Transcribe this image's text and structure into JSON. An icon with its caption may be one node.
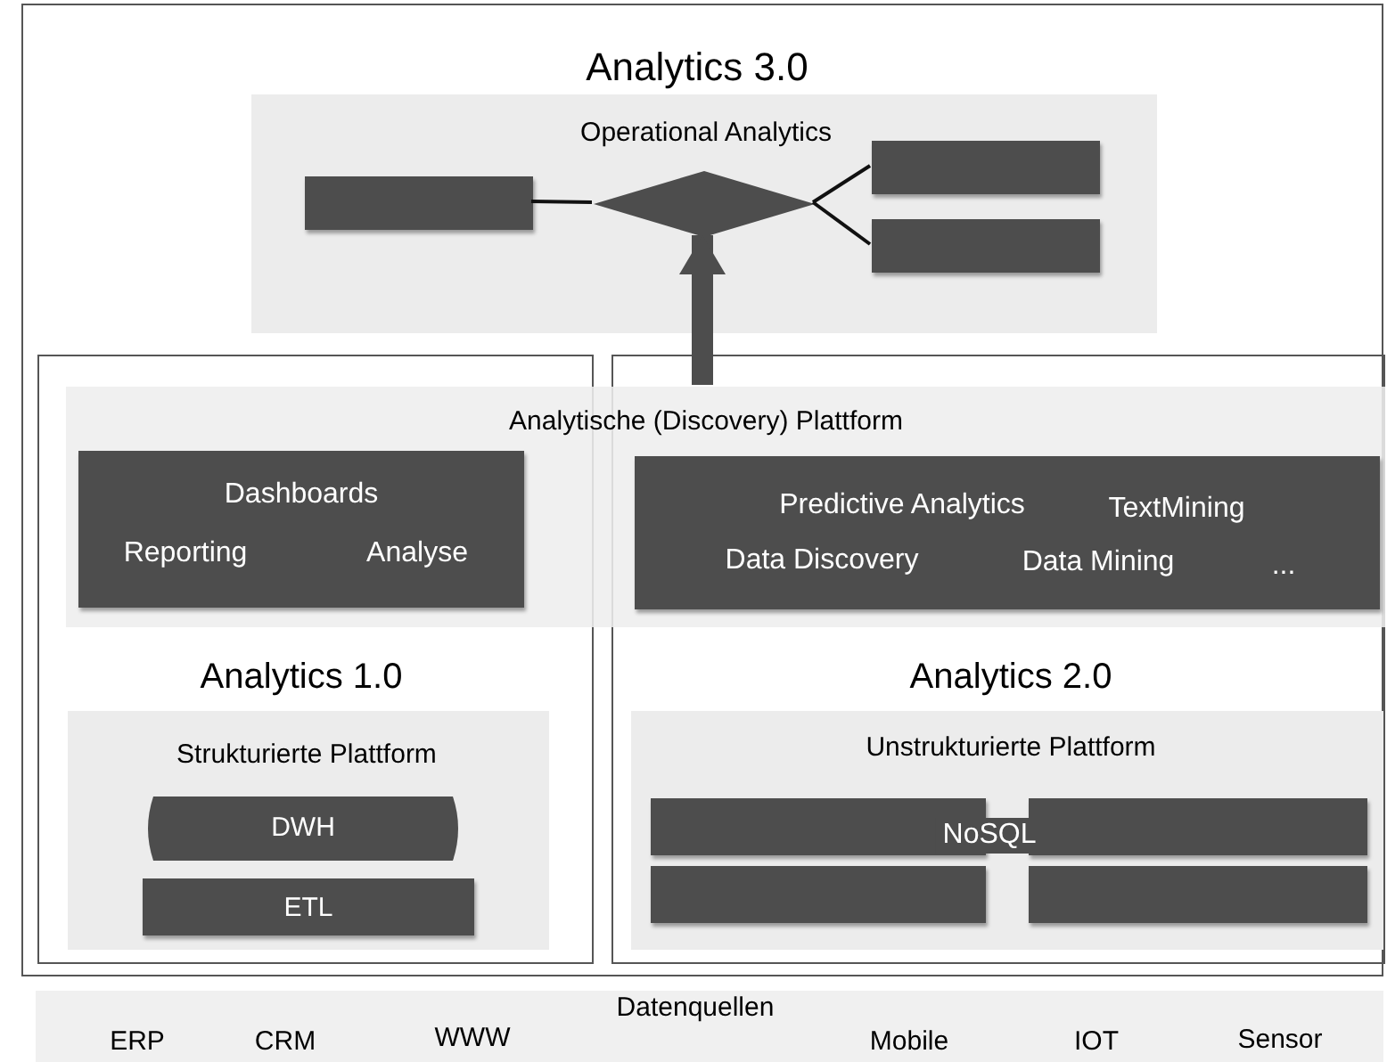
{
  "diagram": {
    "nodes": [
      {
        "text": [
          "Analytics 3.0"
        ]
      },
      {
        "text": [
          "Operational Analytics"
        ],
        "in": 0
      },
      {
        "text": [],
        "shape": "box",
        "in": 1
      },
      {
        "text": [],
        "shape": "diamond",
        "in": 1
      },
      {
        "text": [],
        "shape": "box",
        "in": 1
      },
      {
        "text": [],
        "shape": "box",
        "in": 1
      },
      {
        "text": [
          "Analytics 1.0"
        ],
        "in": 0
      },
      {
        "text": [
          "Analytics 2.0"
        ],
        "in": 0
      },
      {
        "text": [
          "Analytische (Discovery) Plattform"
        ],
        "in": 0
      },
      {
        "text": [
          "Dashboards",
          "Reporting",
          "Analyse"
        ]
      },
      {
        "text": [
          "Predictive Analytics",
          "TextMining",
          "Data Discovery",
          "Data Mining",
          "..."
        ]
      },
      {
        "text": [
          "Strukturierte Plattform"
        ],
        "in": 6
      },
      {
        "text": [
          "DWH"
        ],
        "in": 11
      },
      {
        "text": [
          "ETL"
        ],
        "in": 11
      },
      {
        "text": [
          "Unstrukturierte Plattform"
        ],
        "in": 7
      },
      {
        "text": [],
        "shape": "box",
        "in": 14
      },
      {
        "text": [],
        "shape": "box",
        "in": 14
      },
      {
        "text": [],
        "shape": "box",
        "in": 14
      },
      {
        "text": [],
        "shape": "box",
        "in": 14
      },
      {
        "text": [
          "Datenquellen",
          "ERP",
          "CRM",
          "WWW",
          "Mobile",
          "IOT",
          "Sensor"
        ]
      }
    ],
    "edges": [
      {
        "from": 2,
        "to": 3,
        "arrow": "none"
      },
      {
        "from": 3,
        "to": 4,
        "arrow": "none"
      },
      {
        "from": 3,
        "to": 5,
        "arrow": "none"
      },
      {
        "from": 8,
        "to": 3,
        "arrow": "to",
        "style": "thick"
      }
    ],
    "labels": [
      "NoSQL"
    ]
  }
}
